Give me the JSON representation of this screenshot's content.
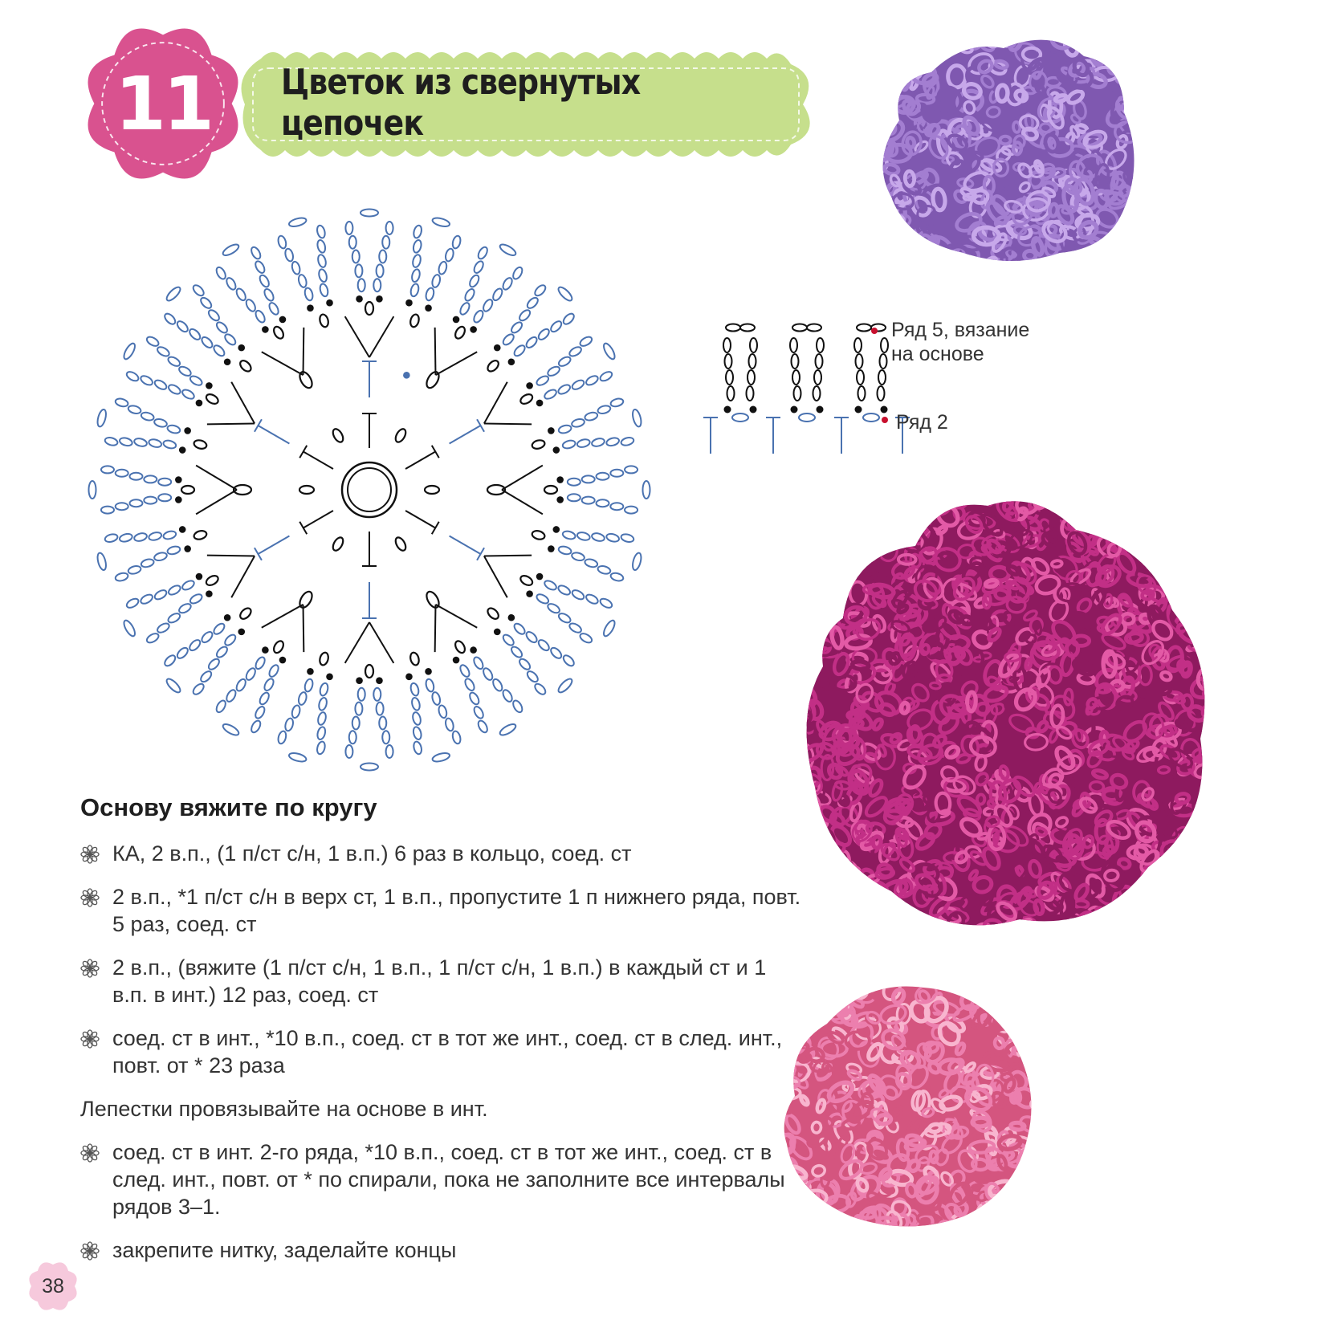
{
  "header": {
    "number": "11",
    "title": "Цветок из свернутых цепочек"
  },
  "row_diagram": {
    "label_top": "Ряд 5, вязание\nна основе",
    "label_bottom": "Ряд 2"
  },
  "instructions": {
    "heading": "Основу вяжите по кругу",
    "steps_a": [
      "КА, 2 в.п., (1 п/ст с/н, 1 в.п.) 6 раз в кольцо, соед. ст",
      "2 в.п., *1 п/ст с/н в верх ст, 1 в.п., пропустите 1 п нижнего ряда, повт. 5 раз, соед. ст",
      "2 в.п., (вяжите (1 п/ст с/н, 1 в.п., 1 п/ст с/н, 1 в.п.) в каждый ст и 1 в.п. в инт.) 12 раз, соед. ст",
      "соед. ст в инт., *10 в.п., соед. ст в тот же инт., соед. ст в след. инт., повт. от * 23 раза"
    ],
    "note": "Лепестки провязывайте на основе в инт.",
    "steps_b": [
      "соед. ст в инт. 2-го ряда, *10 в.п., соед. ст в тот же инт., соед. ст в след. инт., повт. от * по спирали, пока не заполните все интервалы рядов 3–1.",
      "закрепите нитку, заделайте концы"
    ]
  },
  "page_number": "38",
  "colors": {
    "badge_pink": "#d9528f",
    "banner_green": "#c6df8c",
    "diagram_blue": "#4a72b0",
    "marker_red": "#c8102e",
    "yarn_lilac": "#a37ed1",
    "yarn_magenta": "#c22f86",
    "yarn_pink": "#ec7fae",
    "page_num_blob": "#f6c9dc"
  }
}
